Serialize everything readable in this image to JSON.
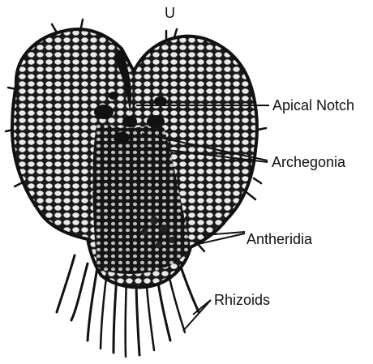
{
  "figure": {
    "top_mark": "U",
    "labels": {
      "apical_notch": "Apical Notch",
      "archegonia": "Archegonia",
      "antheridia": "Antheridia",
      "rhizoids": "Rhizoids"
    }
  },
  "colors": {
    "ink": "#111111",
    "cell_wall": "#1a1a1a",
    "cell": "#e9e9e9",
    "background": "#ffffff"
  }
}
